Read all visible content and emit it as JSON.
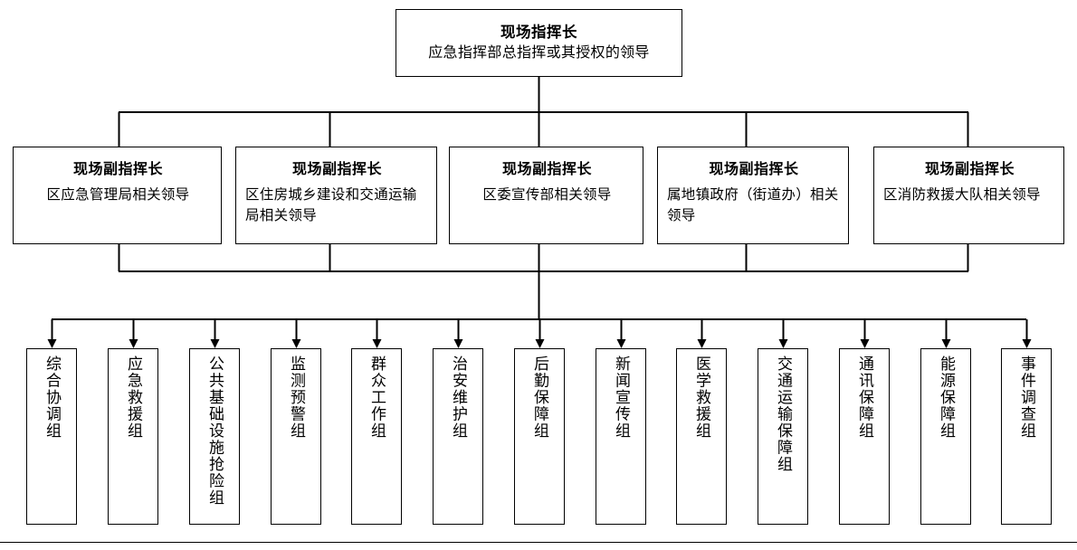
{
  "diagram": {
    "type": "org-chart",
    "orientation": "top-down",
    "levels": 3
  },
  "commander": {
    "title": "现场指挥长",
    "subtitle": "应急指挥部总指挥或其授权的领导"
  },
  "deputies": [
    {
      "title": "现场副指挥长",
      "subtitle": "区应急管理局相关领导"
    },
    {
      "title": "现场副指挥长",
      "subtitle": "区住房城乡建设和交通运输局相关领导"
    },
    {
      "title": "现场副指挥长",
      "subtitle": "区委宣传部相关领导"
    },
    {
      "title": "现场副指挥长",
      "subtitle": "属地镇政府（街道办）相关领导"
    },
    {
      "title": "现场副指挥长",
      "subtitle": "区消防救援大队相关领导"
    }
  ],
  "groups": [
    {
      "label": "综合协调组"
    },
    {
      "label": "应急救援组"
    },
    {
      "label": "公共基础设施抢险组"
    },
    {
      "label": "监测预警组"
    },
    {
      "label": "群众工作组"
    },
    {
      "label": "治安维护组"
    },
    {
      "label": "后勤保障组"
    },
    {
      "label": "新闻宣传组"
    },
    {
      "label": "医学救援组"
    },
    {
      "label": "交通运输保障组"
    },
    {
      "label": "通讯保障组"
    },
    {
      "label": "能源保障组"
    },
    {
      "label": "事件调查组"
    }
  ],
  "colors": {
    "line": "#000000",
    "box_border": "#000000",
    "box_fill": "#ffffff",
    "text": "#000000",
    "background": "#ffffff"
  }
}
